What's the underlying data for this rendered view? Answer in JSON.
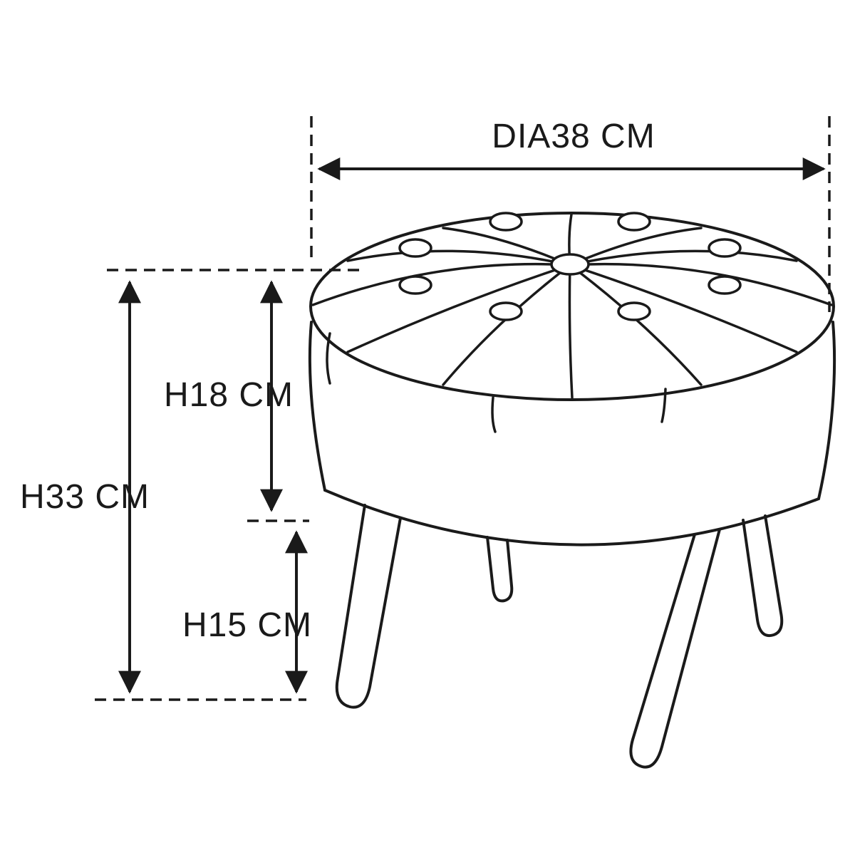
{
  "colors": {
    "background": "#ffffff",
    "line": "#1a1a1a"
  },
  "diagram": {
    "subject": "round-tufted-ottoman-with-hairpin-legs",
    "dimensions": {
      "diameter": "DIA38 CM",
      "total_height": "H33 CM",
      "seat_height": "H18 CM",
      "leg_height": "H15 CM"
    }
  }
}
